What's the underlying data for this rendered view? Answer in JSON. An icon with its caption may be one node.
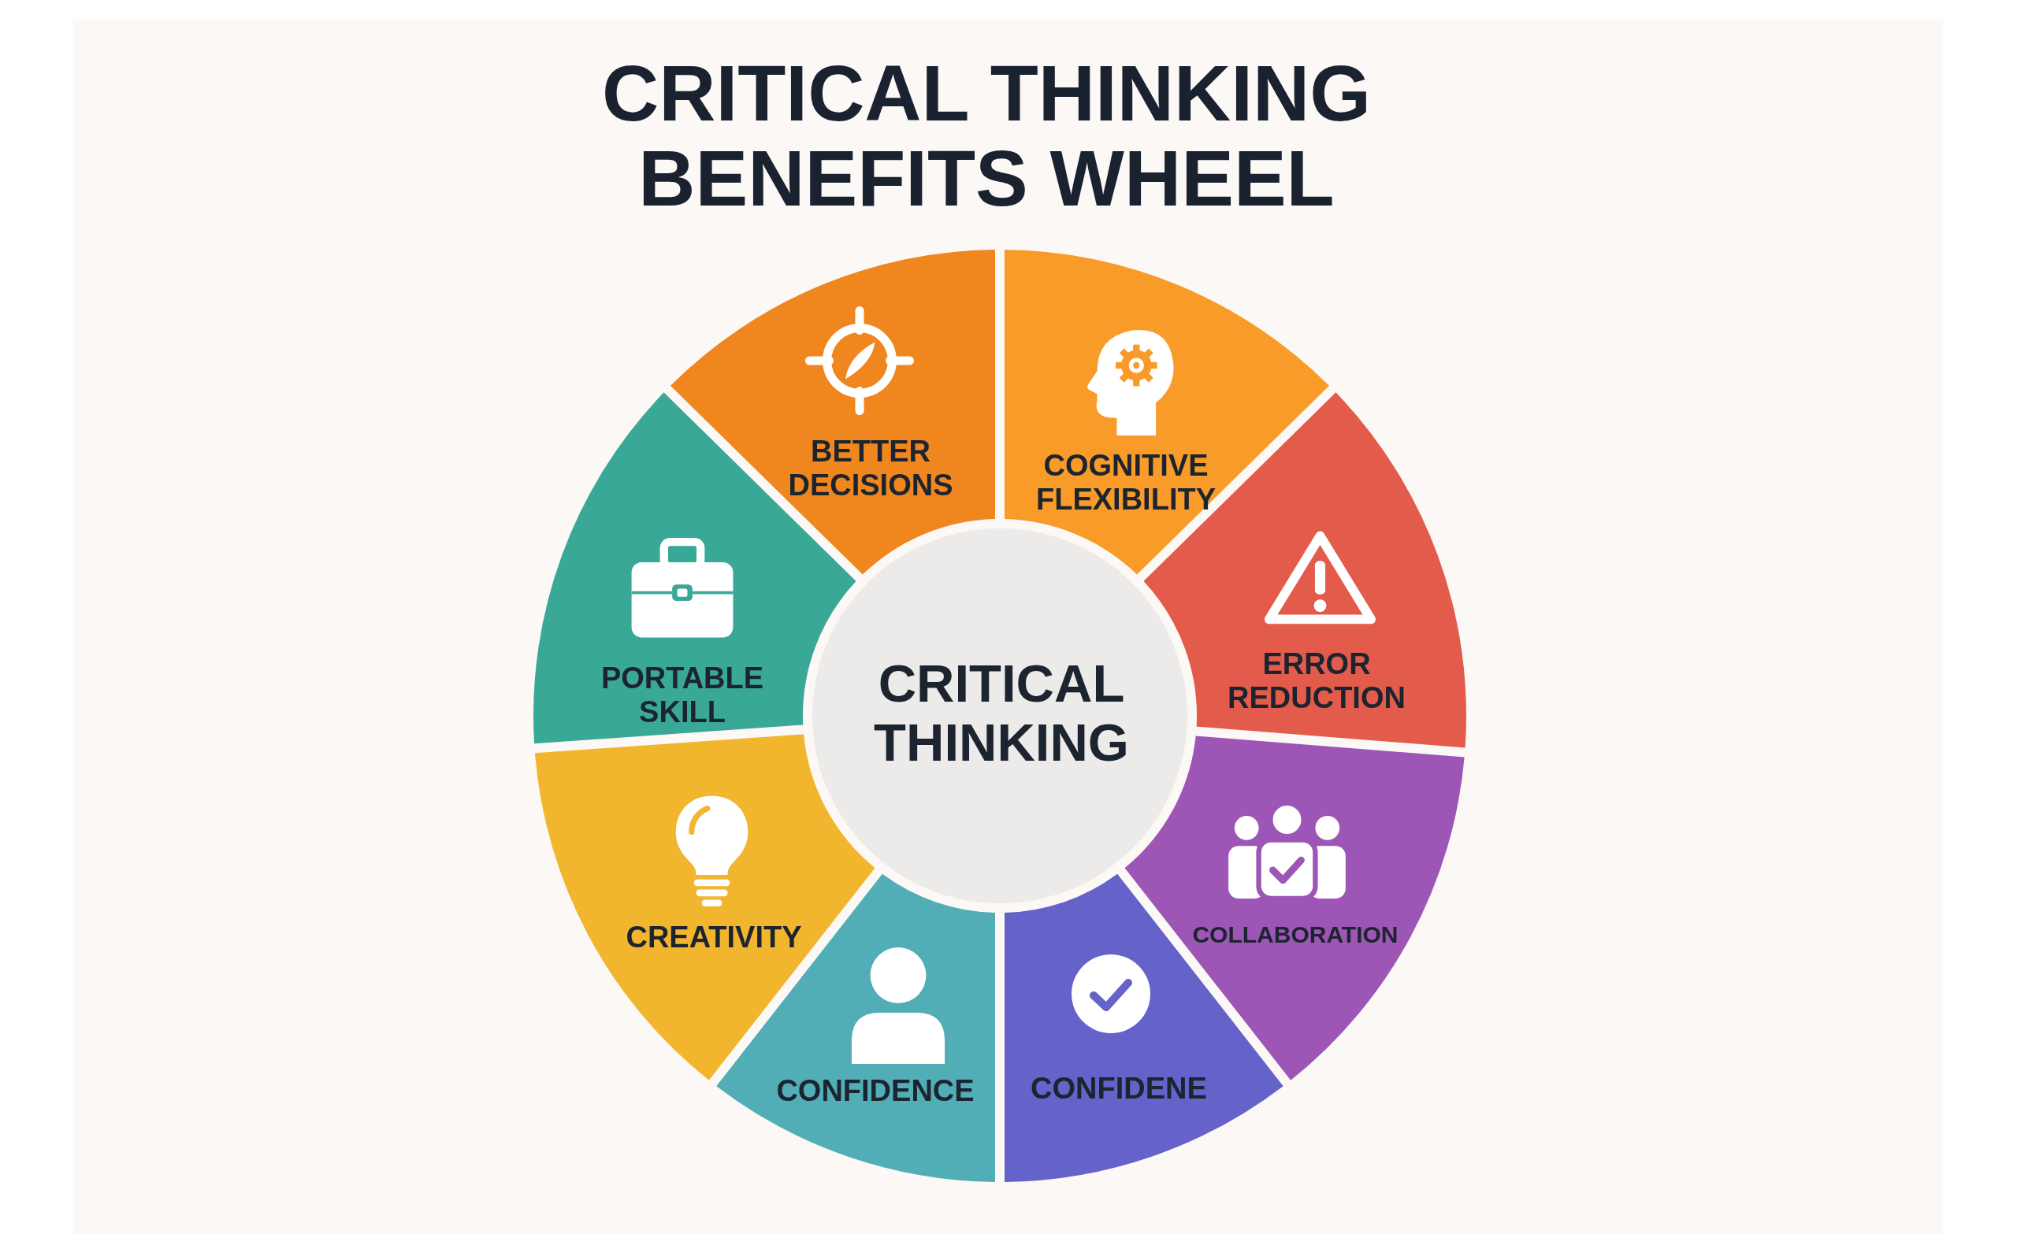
{
  "diagram": {
    "title": "CRITICAL THINKING BENEFITS WHEEL",
    "nodes": [
      {
        "text": [
          "CRITICAL THINKING"
        ]
      },
      {
        "text": [
          "BETTER DECISIONS"
        ]
      },
      {
        "text": [
          "COGNITIVE FLEXIBILITY"
        ]
      },
      {
        "text": [
          "ERROR REDUCTION"
        ]
      },
      {
        "text": [
          "COLLABORATION"
        ]
      },
      {
        "text": [
          "CONFIDENE"
        ]
      },
      {
        "text": [
          "CONFIDENCE"
        ]
      },
      {
        "text": [
          "CREATIVITY"
        ]
      },
      {
        "text": [
          "PORTABLE SKILL"
        ]
      }
    ]
  }
}
